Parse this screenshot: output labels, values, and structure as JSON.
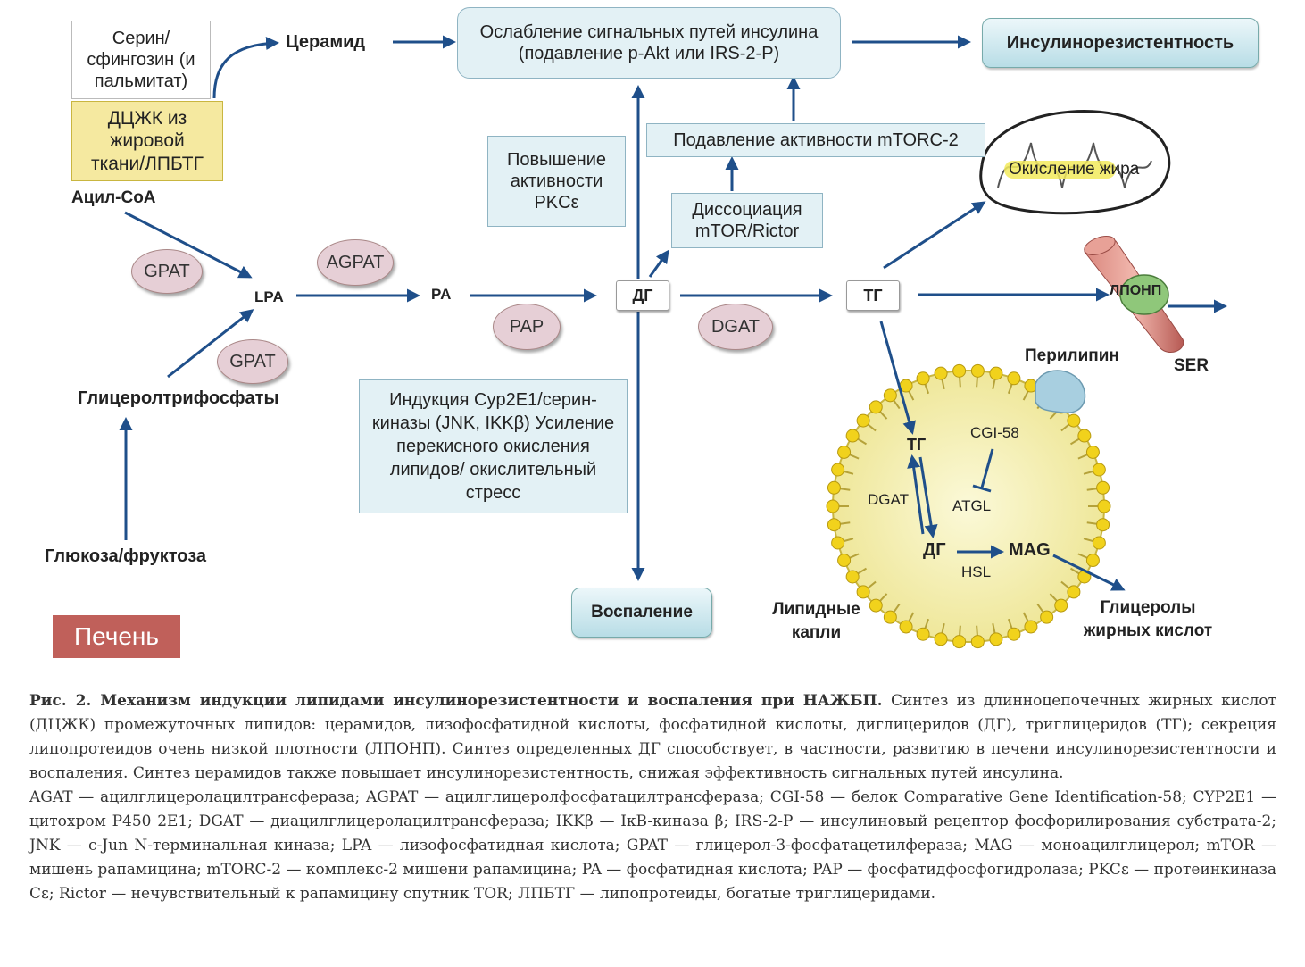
{
  "diagram": {
    "serine_box": "Серин/ сфингозин (и пальмитат)",
    "dcjk_box": "ДЦЖК из жировой ткани/ЛПБТГ",
    "acyl_coa": "Ацил-СоА",
    "ceramide": "Церамид",
    "insulin_signaling": "Ослабление сигнальных путей инсулина (подавление p-Akt или IRS-2-P)",
    "insulin_resistance": "Инсулинорезистентность",
    "mtorc2": "Подавление активности mTORC-2",
    "dissociation": "Диссоциация mTOR/Rictor",
    "pkce": "Повышение активности PKCε",
    "fat_oxidation": "Окисление жира",
    "gpat1": "GPAT",
    "gpat2": "GPAT",
    "agpat": "AGPAT",
    "pap": "PAP",
    "dgat": "DGAT",
    "lpa": "LPA",
    "pa": "PA",
    "dg": "ДГ",
    "tg": "ТГ",
    "vldl": "ЛПОНП",
    "ser": "SER",
    "glycerol_triphosphates": "Глицеролтрифосфаты",
    "glucose_fructose": "Глюкоза/фруктоза",
    "cyp_box": "Индукция Cyp2E1/серин-киназы (JNK, IKKβ) Усиление перекисного окисления липидов/ окислительный стресс",
    "inflammation": "Воспаление",
    "perilipin": "Перилипин",
    "droplet_tg": "ТГ",
    "cgi58": "CGI-58",
    "droplet_dgat": "DGAT",
    "atgl": "ATGL",
    "droplet_dg": "ДГ",
    "mag": "MAG",
    "hsl": "HSL",
    "lipid_drops": "Липидные капли",
    "glycerols": "Глицеролы жирных кислот",
    "liver": "Печень"
  },
  "caption": {
    "title": "Рис. 2. Механизм индукции липидами инсулинорезистентности и воспаления при НАЖБП.",
    "text1": "Синтез из длинноцепочечных жирных кислот (ДЦЖК) промежуточных липидов: церамидов, лизофосфатидной кислоты, фосфатидной кислоты, диглицеридов (ДГ), триглицеридов (ТГ); секреция липопротеидов очень низкой плотности (ЛПОНП). Синтез определенных ДГ способствует, в частности, развитию в печени инсулинорезистентности и воспаления. Синтез церамидов также повышает инсулинорезистентность, снижая эффективность сигнальных путей инсулина.",
    "text2": "AGAT — ацилглицеролацилтрансфераза; AGPAT — ацилглицеролфосфатацилтрансфераза; CGI-58 — белок Comparative Gene Identification-58; CYP2E1 — цитохром P450 2E1; DGAT — диацилглицеролацилтрансфераза; IKKβ — IκB-киназа β; IRS-2-P — инсулиновый рецептор фосфорилирования субстрата-2; JNK — c-Jun N-терминальная киназа; LPA — лизофосфатидная кислота; GPAT — глицерол-3-фосфатацетилфераза; MAG — моноацилглицерол; mTOR — мишень рапамицина; mTORC-2 — комплекс-2 мишени рапамицина; PA — фосфатидная кислота; PAP — фосфатидфосфогидролаза; PKCε — протеинкиназа Cε; Rictor — нечувствительный к рапамицину спутник TOR; ЛПБТГ — липопротеиды, богатые триглицеридами."
  },
  "colors": {
    "arrow": "#1f4f8a",
    "box_fill": "#e3f1f5",
    "liver_badge": "#c0605a",
    "droplet": "#f3efb5",
    "dcjk_fill": "#f5e9a0"
  }
}
